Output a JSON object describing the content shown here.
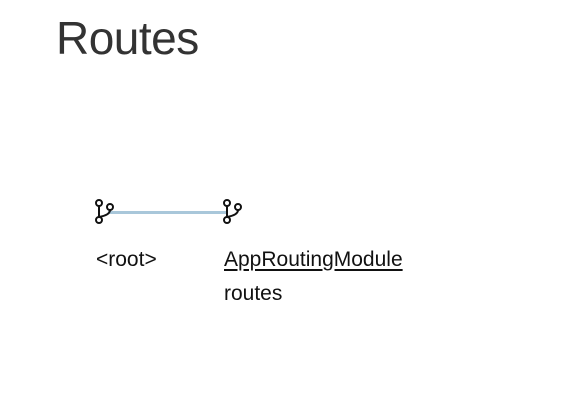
{
  "page": {
    "title": "Routes"
  },
  "tree": {
    "root": {
      "label": "<root>",
      "icon": "branch-icon"
    },
    "child": {
      "label": "AppRoutingModule",
      "sublabel": "routes",
      "icon": "branch-icon"
    },
    "colors": {
      "connector": "#a9c7da",
      "text": "#111111",
      "title": "#333333"
    }
  }
}
